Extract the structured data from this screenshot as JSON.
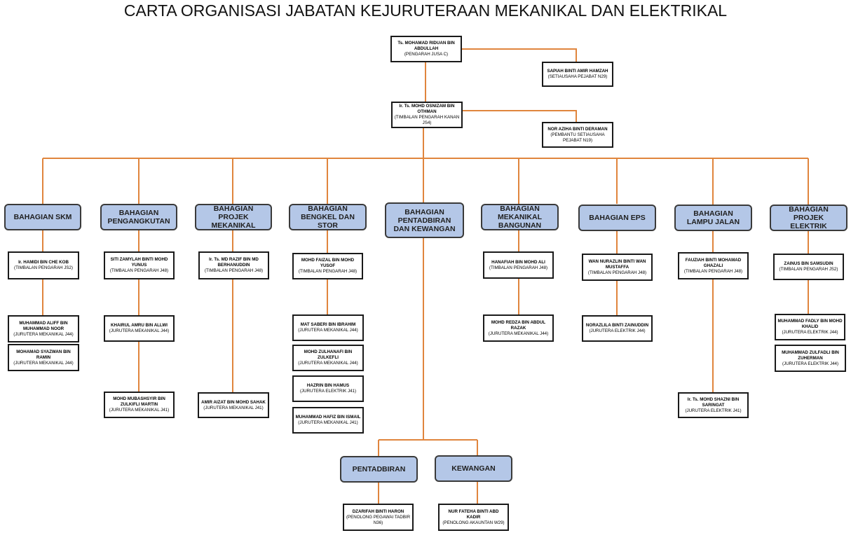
{
  "title": "CARTA ORGANISASI JABATAN KEJURUTERAAN MEKANIKAL DAN ELEKTRIKAL",
  "colors": {
    "connector": "#e0853d",
    "dept_fill": "#b4c7e7",
    "border": "#1a1a1a"
  },
  "top": {
    "director": {
      "name": "Ts. MOHAMAD RIDUAN BIN ABDULLAH",
      "role": "(PENGARAH JUSA C)"
    },
    "secretary": {
      "name": "SAPIAH BINTI AMIR HAMZAH",
      "role": "(SETIAUSAHA PEJABAT N29)"
    },
    "deputy": {
      "name": "Ir. Ts. MOHD  OSNIZAM BIN OTHMAN",
      "role": "(TIMBALAN PENGARAH KANAN JS4)"
    },
    "assistant": {
      "name": "NOR AZIHA BINTI DERAMAN",
      "role": "(PEMBANTU SETIAUSAHA PEJABAT N19)"
    }
  },
  "departments": [
    {
      "label": "BAHAGIAN SKM",
      "staff": [
        {
          "name": "Ir. HAMIDI BIN CHE KOB",
          "role": "(TIMBALAN PENGARAH JS2)"
        },
        {
          "name": "MUHAMMAD ALIFF BIN MUHAMMAD NOOR",
          "role": "(JURUTERA MEKANIKAL J44)"
        },
        {
          "name": "MOHAMAD SYAZWAN BIN RAMIN",
          "role": "(JURUTERA MEKANIKAL J44)"
        }
      ]
    },
    {
      "label": "BAHAGIAN PENGANGKUTAN",
      "staff": [
        {
          "name": "SITI ZAMYLAH BINTI MOHD YUNUS",
          "role": "(TIMBALAN PENGARAH J48)"
        },
        {
          "name": "KHAIRUL AMRU BIN ALLWI",
          "role": "(JURUTERA MEKANIKAL J44)"
        },
        {
          "name": "MOHD MUBASHSYIR BIN ZULKIFLI MARTIN",
          "role": "(JURUTERA MEKANIKAL J41)"
        }
      ]
    },
    {
      "label": "BAHAGIAN PROJEK MEKANIKAL",
      "staff": [
        {
          "name": "Ir. Ts. MD RAZIF BIN MD BERHANUDDIN",
          "role": "(TIMBALAN PENGARAH J48)"
        },
        {
          "name": "AMIR AIZAT BIN MOHD SAHAK",
          "role": "(JURUTERA MEKANIKAL J41)"
        }
      ]
    },
    {
      "label": "BAHAGIAN BENGKEL DAN STOR",
      "staff": [
        {
          "name": "MOHD FAIZAL BIN MOHD YUSOF",
          "role": "(TIMBALAN PENGARAH J48)"
        },
        {
          "name": "MAT SABERI BIN IBRAHIM",
          "role": "(JURUTERA MEKANIKAL J44)"
        },
        {
          "name": "MOHD ZULHANAFI BIN ZULKEFLI",
          "role": "(JURUTERA MEKANIKAL J44)"
        },
        {
          "name": "HAZRIN BIN HAMUS",
          "role": "(JURUTERA ELEKTRIK J41)"
        },
        {
          "name": "MUHAMMAD HAFIZ BIN ISMAIL",
          "role": "(JURUTERA MEKANIKAL J41)"
        }
      ]
    },
    {
      "label": "BAHAGIAN PENTADBIRAN DAN KEWANGAN",
      "subunits": [
        {
          "label": "PENTADBIRAN",
          "staff": {
            "name": "DZARIFAH BINTI HARON",
            "role": "(PENOLONG PEGAWAI TADBIR N36)"
          }
        },
        {
          "label": "KEWANGAN",
          "staff": {
            "name": "NUR FATEHA BINTI ABD KADIR",
            "role": "(PENOLONG AKAUNTAN W29)"
          }
        }
      ]
    },
    {
      "label": "BAHAGIAN MEKANIKAL BANGUNAN",
      "staff": [
        {
          "name": "HANAFIAH BIN MOHD ALI",
          "role": "(TIMBALAN PENGARAH J48)"
        },
        {
          "name": "MOHD REDZA BIN ABDUL RAZAK",
          "role": "(JURUTERA MEKANIKAL J44)"
        }
      ]
    },
    {
      "label": "BAHAGIAN EPS",
      "staff": [
        {
          "name": "WAN NURAZLIN BINTI WAN MUSTAFFA",
          "role": "(TIMBALAN PENGARAH J48)"
        },
        {
          "name": "NORAZLILA BINTI ZAINUDDIN",
          "role": "(JURUTERA ELEKTRIK J44)"
        }
      ]
    },
    {
      "label": "BAHAGIAN LAMPU JALAN",
      "staff": [
        {
          "name": "FAUZIAH BINTI MOHAMAD GHAZALI",
          "role": "(TIMBALAN PENGARAH J48)"
        },
        {
          "name": "Ir. Ts. MOHD SHAZNI BIN SARINGAT",
          "role": "(JURUTERA ELEKTRIK J41)"
        }
      ]
    },
    {
      "label": "BAHAGIAN PROJEK ELEKTRIK",
      "staff": [
        {
          "name": "ZAINUS BIN SAMSUDIN",
          "role": "(TIMBALAN PENGARAH JS2)"
        },
        {
          "name": "MUHAMMAD FADLY BIN MOHD KHALID",
          "role": "(JURUTERA ELEKTRIK J44)"
        },
        {
          "name": "MUHAMMAD ZULFADLI BIN ZUHERMAN",
          "role": "(JURUTERA ELEKTRIK J44)"
        }
      ]
    }
  ]
}
